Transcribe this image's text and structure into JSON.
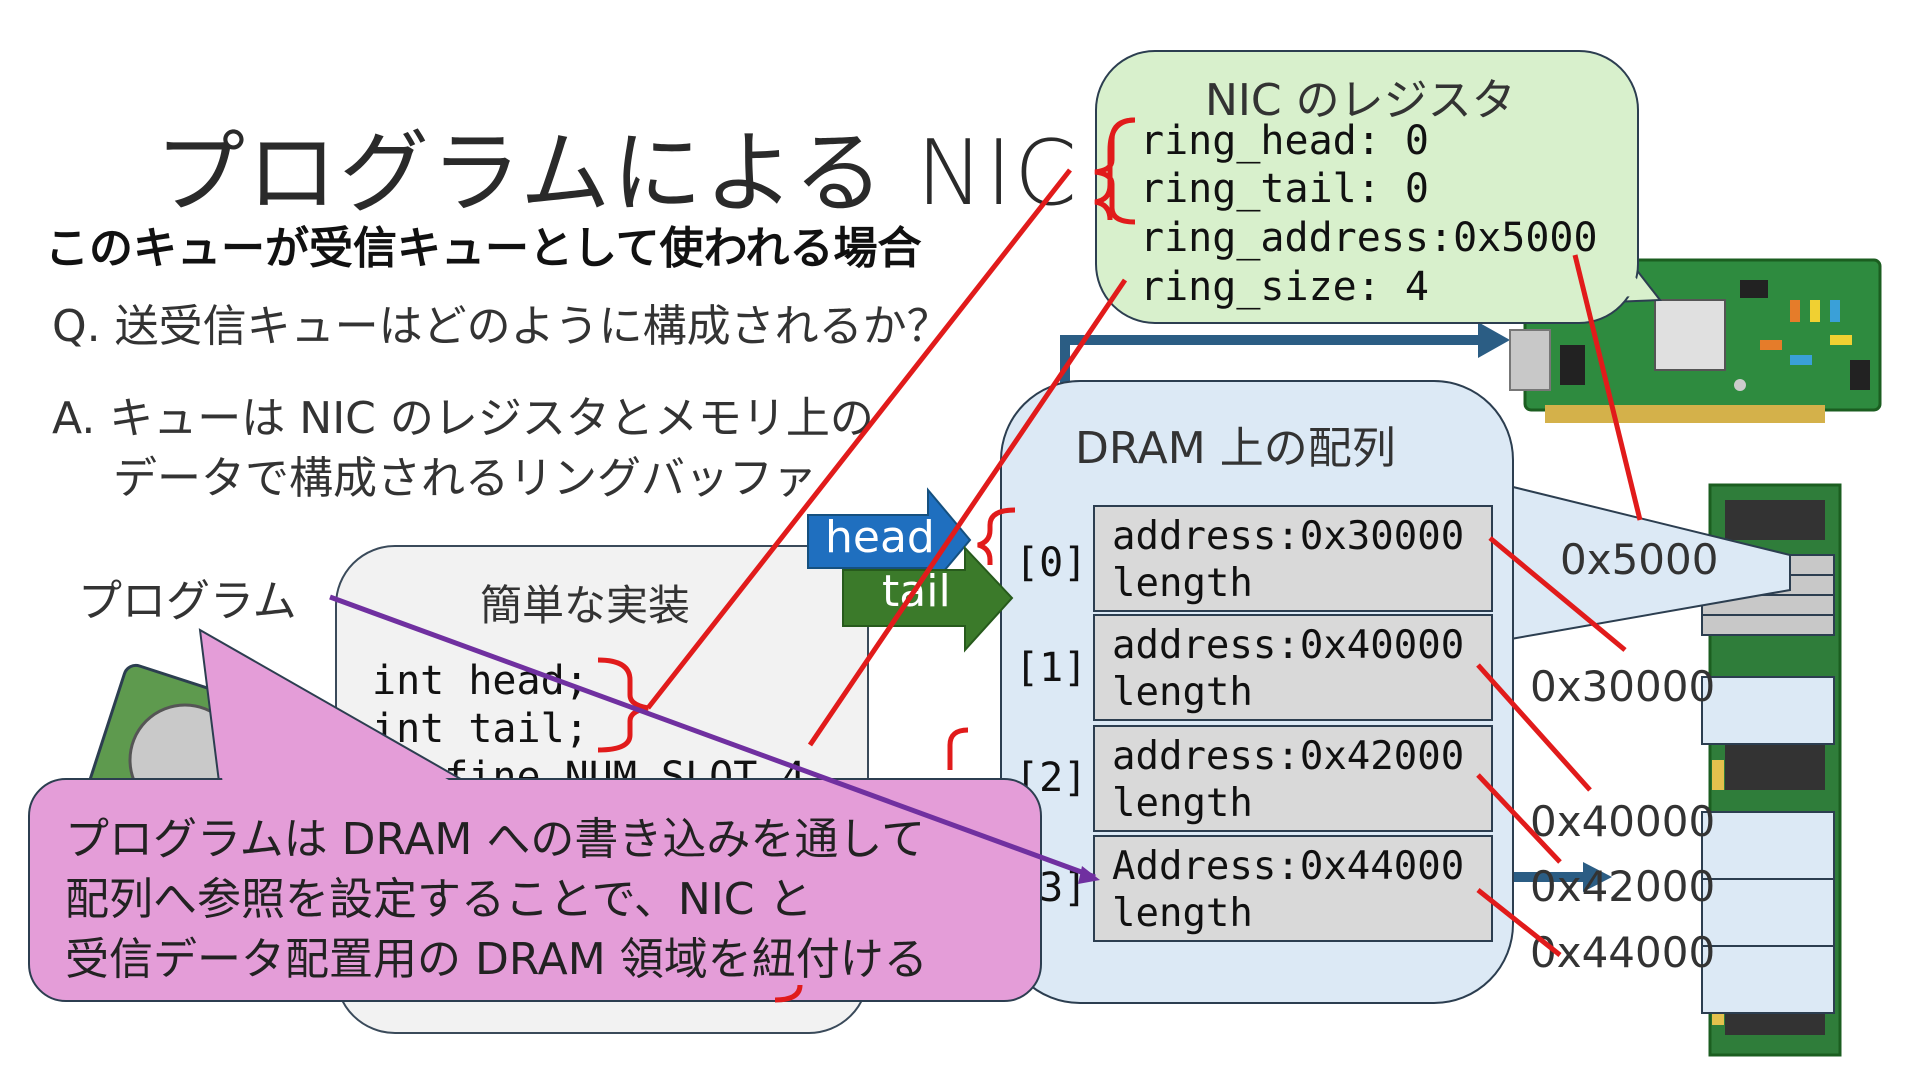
{
  "slide": {
    "title": "プログラムによる NIC の",
    "subtitle": "このキューが受信キューとして使われる場合",
    "question": "Q. 送受信キューはどのように構成されるか？",
    "answer_line1": "A. キューは NIC のレジスタとメモリ上の",
    "answer_line2": "データで構成されるリングバッファ",
    "program_label": "プログラム"
  },
  "impl": {
    "title": "簡単な実装",
    "code": [
      "int head;",
      "int tail;",
      "#define NUM_SLOT 4"
    ]
  },
  "nic": {
    "title": "NIC のレジスタ",
    "registers": [
      "ring_head: 0",
      "ring_tail: 0",
      "ring_address:0x5000",
      "ring_size: 4"
    ]
  },
  "dram": {
    "title": "DRAM 上の配列",
    "indices": [
      "[0]",
      "[1]",
      "[2]",
      "[3]"
    ],
    "entries": [
      {
        "address": "address:0x30000",
        "length": "length"
      },
      {
        "address": "address:0x40000",
        "length": "length"
      },
      {
        "address": "address:0x42000",
        "length": "length"
      },
      {
        "address": "Address:0x44000",
        "length": "length"
      }
    ]
  },
  "pointers": {
    "head": "head",
    "tail": "tail"
  },
  "memory_addresses": [
    "0x5000",
    "0x30000",
    "0x40000",
    "0x42000",
    "0x44000"
  ],
  "callout": {
    "lines": [
      "プログラムは DRAM への書き込みを通して",
      "配列へ参照を設定することで、NIC と",
      "受信データ配置用の DRAM 領域を紐付ける"
    ]
  },
  "colors": {
    "red_line": "#e11b1b",
    "purple_line": "#7030a0",
    "head_arrow": "#1f6fbf",
    "tail_arrow": "#3b7a2a",
    "nic_bg": "#d8f0cc",
    "dram_bg": "#dce9f5",
    "callout_bg": "#e49dd8",
    "cell_bg": "#d9d9d9",
    "dark_arrow": "#2b5d84"
  },
  "icons": [
    "nic-card-icon",
    "memory-module-icon",
    "hard-disk-icon"
  ]
}
